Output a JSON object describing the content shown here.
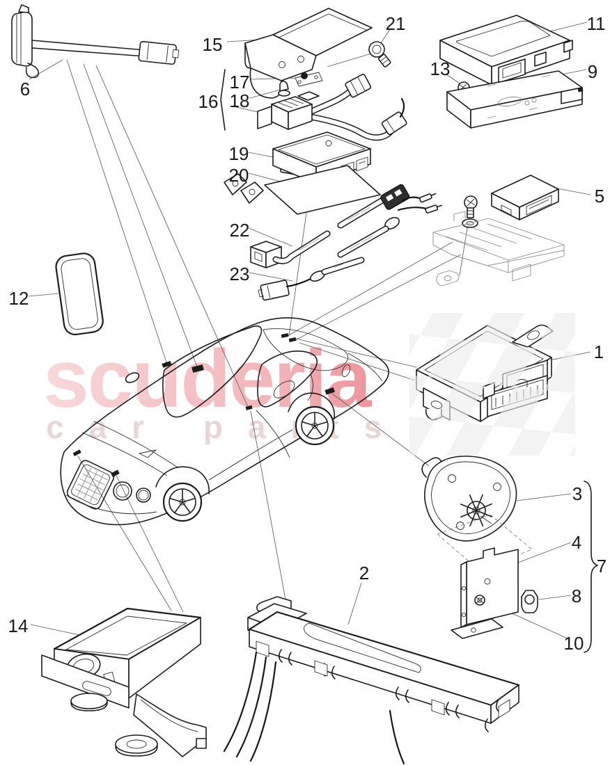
{
  "watermark": {
    "brand": "scuderia",
    "tagline": "car parts",
    "brand_color": "#dd3d49",
    "tagline_color": "#cfa8a8",
    "checker_color": "#ececec"
  },
  "line_color": "#1b1b1b",
  "callouts": {
    "c1": "1",
    "c2": "2",
    "c3": "3",
    "c4": "4",
    "c5": "5",
    "c6": "6",
    "c7": "7",
    "c8": "8",
    "c9": "9",
    "c10": "10",
    "c11": "11",
    "c12": "12",
    "c13": "13",
    "c14": "14",
    "c15": "15",
    "c16": "16",
    "c17": "17",
    "c18": "18",
    "c19": "19",
    "c20": "20",
    "c21": "21",
    "c22": "22",
    "c23": "23"
  }
}
